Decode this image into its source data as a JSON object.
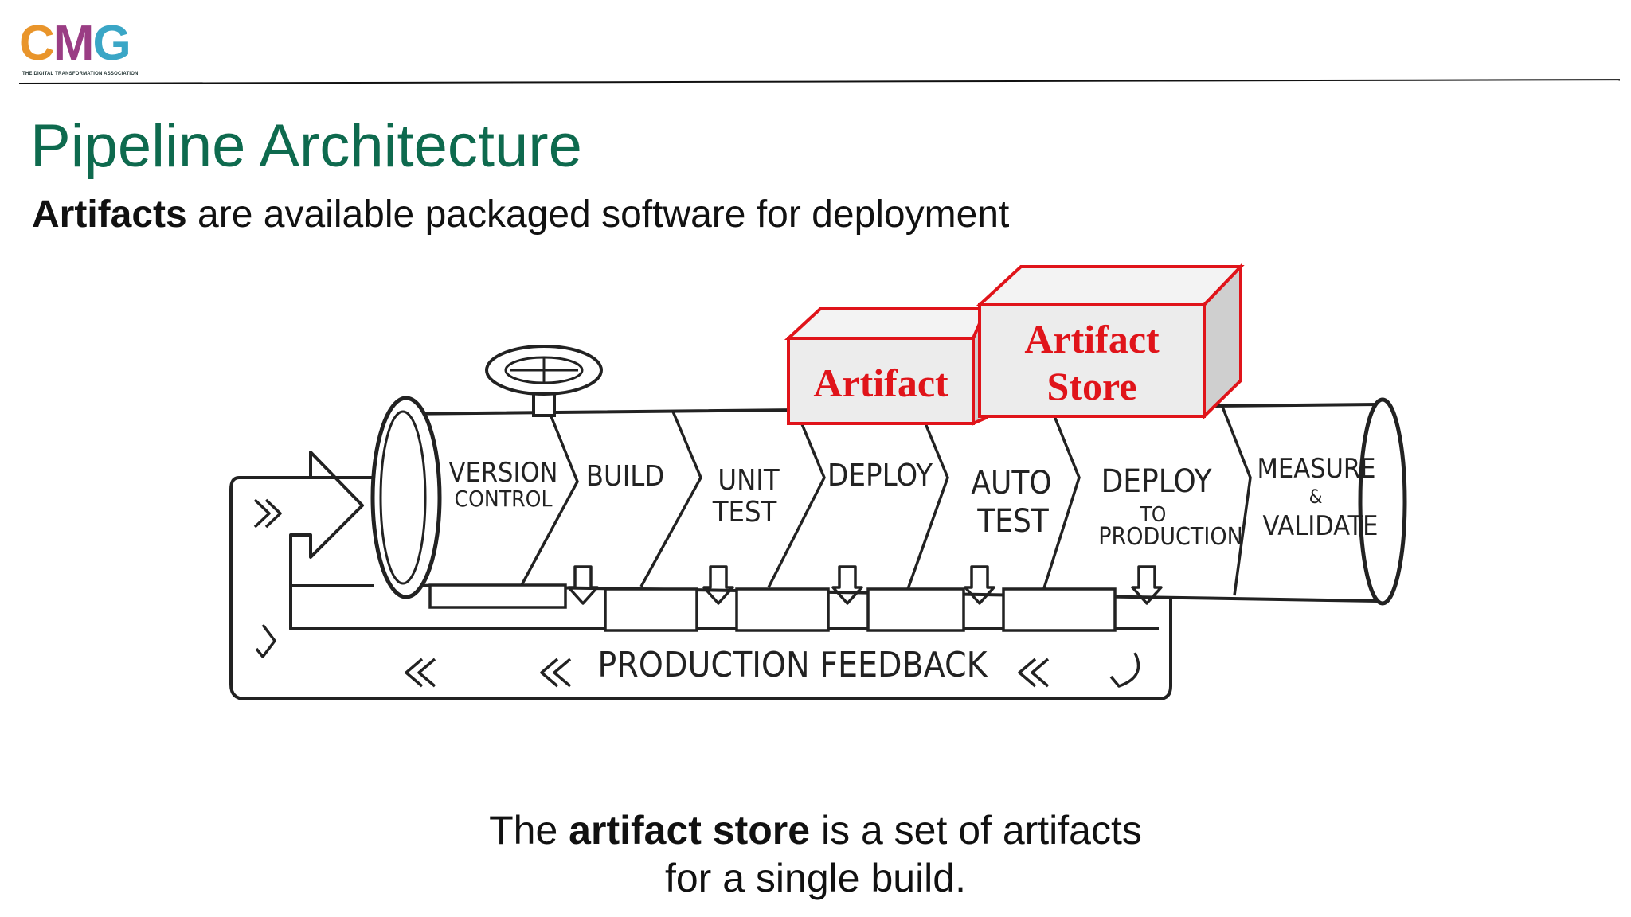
{
  "logo": {
    "letters": [
      "C",
      "M",
      "G"
    ],
    "tagline": "THE DIGITAL TRANSFORMATION ASSOCIATION",
    "colors": [
      "#f2a22b",
      "#a83a87",
      "#36a7c9"
    ]
  },
  "title": "Pipeline Architecture",
  "subtitle": {
    "bold": "Artifacts",
    "rest": " are available packaged software for deployment"
  },
  "pipeline": {
    "stages": [
      [
        "VERSION",
        "CONTROL"
      ],
      [
        "BUILD"
      ],
      [
        "UNIT",
        "TEST"
      ],
      [
        "DEPLOY"
      ],
      [
        "AUTO",
        "TEST"
      ],
      [
        "DEPLOY",
        "TO",
        "PRODUCTION"
      ],
      [
        "MEASURE",
        "&",
        "VALIDATE"
      ]
    ],
    "feedback_label": "PRODUCTION FEEDBACK"
  },
  "callouts": {
    "artifact": "Artifact",
    "artifact_store_line1": "Artifact",
    "artifact_store_line2": "Store",
    "accent_color": "#e0141a"
  },
  "caption": {
    "pre": "The ",
    "bold": "artifact store",
    "post": " is a set of artifacts",
    "line2": "for a single build."
  }
}
